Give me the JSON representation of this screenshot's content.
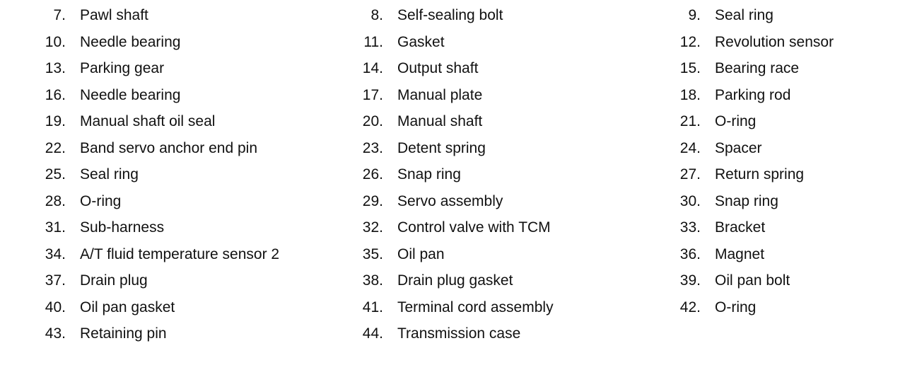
{
  "parts": [
    {
      "number": "7.",
      "name": "Pawl shaft"
    },
    {
      "number": "8.",
      "name": "Self-sealing bolt"
    },
    {
      "number": "9.",
      "name": "Seal ring"
    },
    {
      "number": "10.",
      "name": "Needle bearing"
    },
    {
      "number": "11.",
      "name": "Gasket"
    },
    {
      "number": "12.",
      "name": "Revolution sensor"
    },
    {
      "number": "13.",
      "name": "Parking gear"
    },
    {
      "number": "14.",
      "name": "Output shaft"
    },
    {
      "number": "15.",
      "name": "Bearing race"
    },
    {
      "number": "16.",
      "name": "Needle bearing"
    },
    {
      "number": "17.",
      "name": "Manual plate"
    },
    {
      "number": "18.",
      "name": "Parking rod"
    },
    {
      "number": "19.",
      "name": "Manual shaft oil seal"
    },
    {
      "number": "20.",
      "name": "Manual shaft"
    },
    {
      "number": "21.",
      "name": "O-ring"
    },
    {
      "number": "22.",
      "name": "Band servo anchor end pin"
    },
    {
      "number": "23.",
      "name": "Detent spring"
    },
    {
      "number": "24.",
      "name": "Spacer"
    },
    {
      "number": "25.",
      "name": "Seal ring"
    },
    {
      "number": "26.",
      "name": "Snap ring"
    },
    {
      "number": "27.",
      "name": "Return spring"
    },
    {
      "number": "28.",
      "name": "O-ring"
    },
    {
      "number": "29.",
      "name": "Servo assembly"
    },
    {
      "number": "30.",
      "name": "Snap ring"
    },
    {
      "number": "31.",
      "name": "Sub-harness"
    },
    {
      "number": "32.",
      "name": "Control valve with TCM"
    },
    {
      "number": "33.",
      "name": "Bracket"
    },
    {
      "number": "34.",
      "name": "A/T fluid temperature sensor 2"
    },
    {
      "number": "35.",
      "name": "Oil pan"
    },
    {
      "number": "36.",
      "name": "Magnet"
    },
    {
      "number": "37.",
      "name": "Drain plug"
    },
    {
      "number": "38.",
      "name": "Drain plug gasket"
    },
    {
      "number": "39.",
      "name": "Oil pan bolt"
    },
    {
      "number": "40.",
      "name": "Oil pan gasket"
    },
    {
      "number": "41.",
      "name": "Terminal cord assembly"
    },
    {
      "number": "42.",
      "name": "O-ring"
    },
    {
      "number": "43.",
      "name": "Retaining pin"
    },
    {
      "number": "44.",
      "name": "Transmission case"
    }
  ]
}
